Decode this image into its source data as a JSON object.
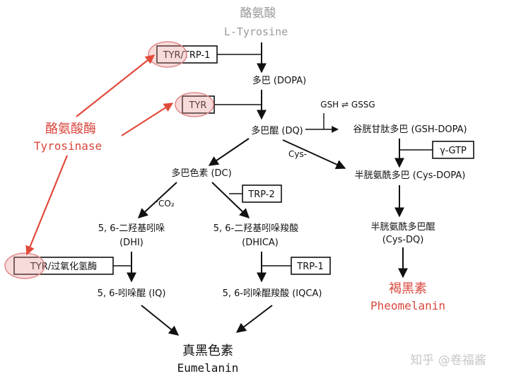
{
  "substrate": {
    "cn": "酪氨酸",
    "en": "L-Tyrosine"
  },
  "enzymes": {
    "tyr_trp1": "TYR/TRP-1",
    "tyr": "TYR",
    "trp2": "TRP-2",
    "trp1": "TRP-1",
    "tyr_peroxidase": "TYR/过氧化氢酶",
    "gamma_gtp": "γ-GTP"
  },
  "tyrosinase_label": {
    "cn": "酪氨酸酶",
    "en": "Tyrosinase"
  },
  "intermediates": {
    "dopa": "多巴 (DOPA)",
    "dq": "多巴醌 (DQ)",
    "gsh_gssg": "GSH ⇌ GSSG",
    "gsh_dopa": "谷胱甘肽多巴 (GSH-DOPA)",
    "cys": "Cys-",
    "cys_dopa": "半胱氨酰多巴 (Cys-DOPA)",
    "dc": "多巴色素 (DC)",
    "co2": "CO₂",
    "dhi_line1": "5, 6-二羟基吲哚",
    "dhi_line2": "(DHI)",
    "dhica_line1": "5, 6-二羟基吲哚羧酸",
    "dhica_line2": "(DHICA)",
    "cys_dq_line1": "半胱氨酰多巴醌",
    "cys_dq_line2": "(Cys-DQ)",
    "iq": "5, 6-吲哚醌 (IQ)",
    "iqca": "5, 6-吲哚醌羧酸 (IQCA)"
  },
  "pheomelanin": {
    "cn": "褐黑素",
    "en": "Pheomelanin"
  },
  "eumelanin": {
    "cn": "真黑色素",
    "en": "Eumelanin"
  },
  "watermark": "知乎 @卷福酱",
  "colors": {
    "accent_red": "#d9473d",
    "substrate_gray": "#9a9a9a"
  }
}
